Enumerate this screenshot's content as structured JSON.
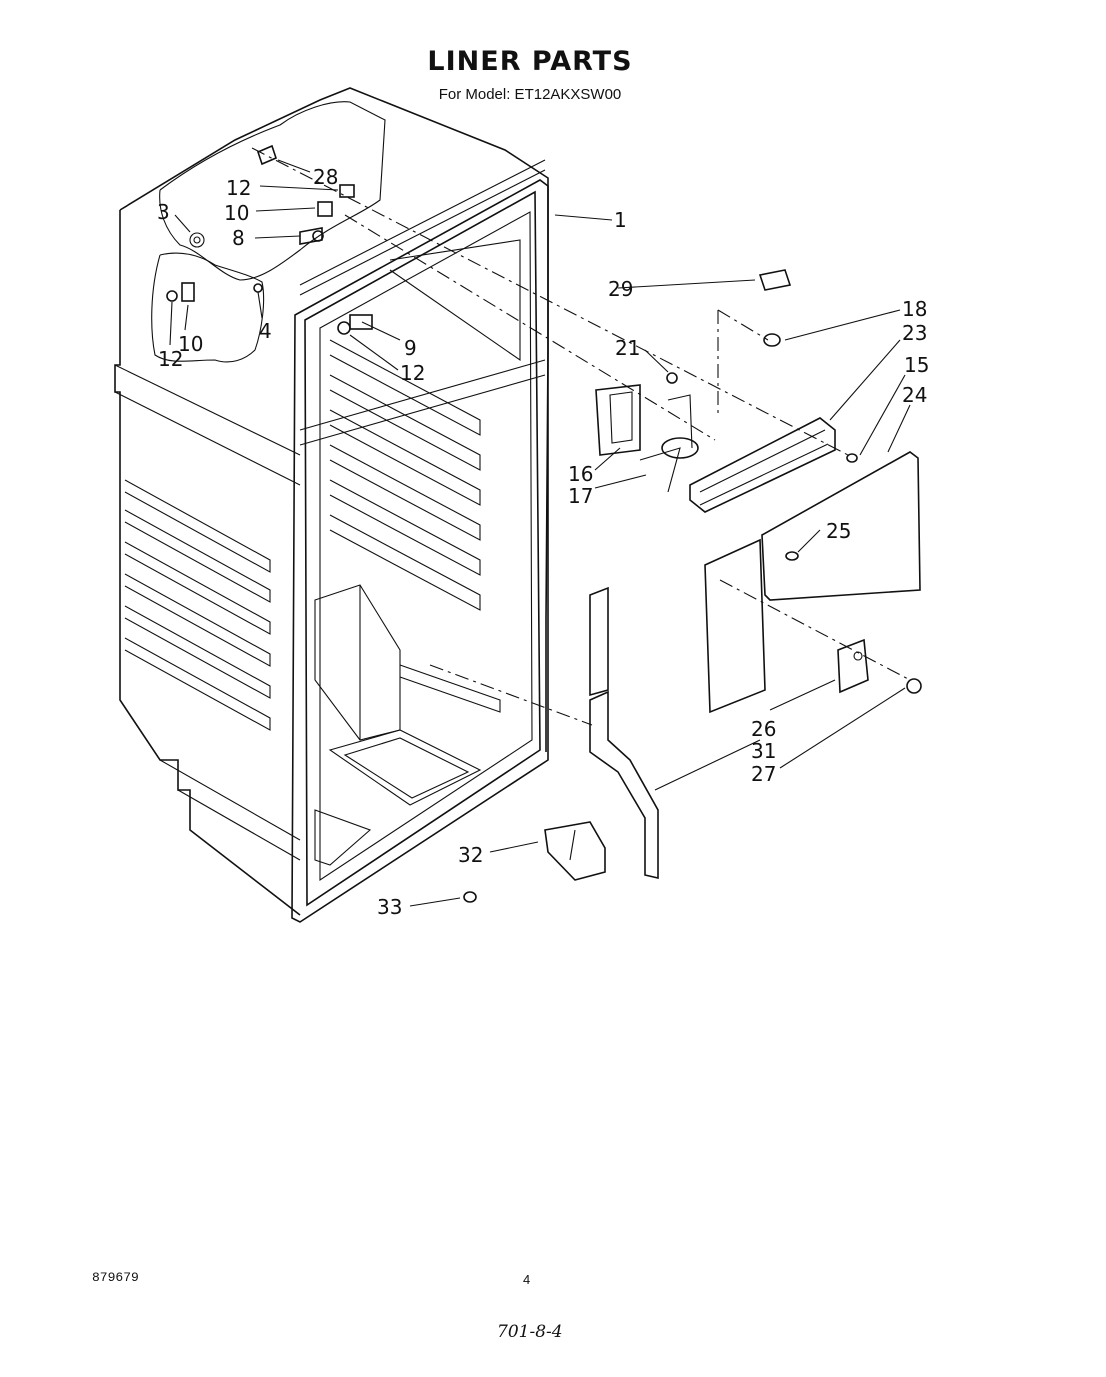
{
  "title": "LINER PARTS",
  "subtitle": "For Model: ET12AKXSW00",
  "callouts": {
    "c1": "1",
    "c3": "3",
    "c4": "4",
    "c8": "8",
    "c9": "9",
    "c10a": "10",
    "c10b": "10",
    "c12a": "12",
    "c12b": "12",
    "c12c": "12",
    "c15": "15",
    "c16": "16",
    "c17": "17",
    "c18": "18",
    "c21": "21",
    "c23": "23",
    "c24": "24",
    "c25": "25",
    "c26": "26",
    "c27": "27",
    "c28": "28",
    "c29": "29",
    "c31": "31",
    "c32": "32",
    "c33": "33"
  },
  "footer": {
    "doc_number": "879679",
    "page_number": "4",
    "handwritten_note": "701-8-4"
  }
}
